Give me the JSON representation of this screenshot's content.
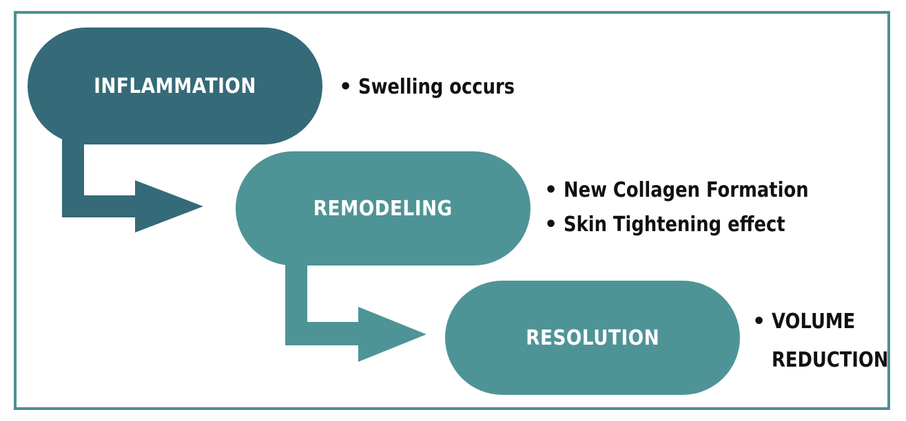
{
  "colors": {
    "frame": "#4e8f92",
    "stage_dark": "#356a79",
    "stage_light": "#4e9497",
    "text_light": "#ffffff",
    "text_dark": "#111111"
  },
  "stages": [
    {
      "label": "INFLAMMATION",
      "bullets": [
        "Swelling occurs"
      ]
    },
    {
      "label": "REMODELING",
      "bullets": [
        "New Collagen Formation",
        "Skin Tightening effect"
      ]
    },
    {
      "label": "RESOLUTION",
      "bullets": [
        "VOLUME",
        "REDUCTION"
      ]
    }
  ]
}
